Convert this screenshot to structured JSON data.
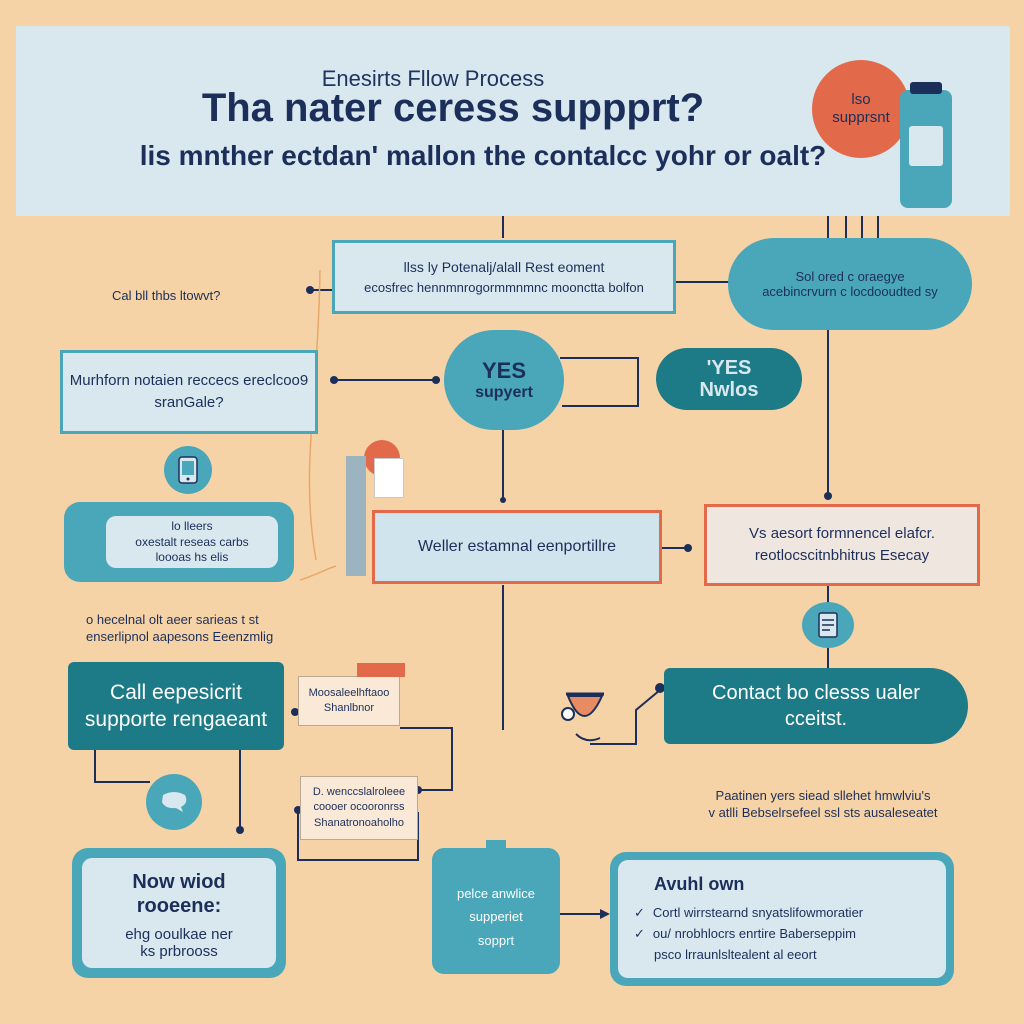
{
  "header": {
    "subtitle": "Enesirts Fllow Process",
    "title": "Tha nater ceress suppprt?",
    "question": "lis mnther ectdan' mallon the contalcc yohr or oalt?",
    "badge_line1": "lso",
    "badge_line2": "supprsnt"
  },
  "left_label": "Cal bll thbs ltowvt?",
  "top_box": {
    "line1": "llss ly Potenalj/alall Rest eoment",
    "line2": "ecosfrec hennmnrogormmnmnc moonctta bolfon"
  },
  "top_right_pill": {
    "line1": "Sol ored c oraegye",
    "line2": "acebincrvurn c locdooudted sy"
  },
  "left_box": {
    "line1": "Murhforn notaien reccecs ereclcoo9",
    "line2": "sranGale?"
  },
  "yes_circle": {
    "line1": "YES",
    "line2": "supyert"
  },
  "yes_pill": {
    "line1": "'YES",
    "line2": "Nwlos"
  },
  "left_card": {
    "line1": "lo lleers",
    "line2": "oxestalt reseas  carbs",
    "line3": "loooas hs  elis"
  },
  "center_box": "Weller estamnal eenportillre",
  "right_red_box": {
    "line1": "Vs aesort formnencel elafcr.",
    "line2": "reotlocscitnbhitrus Esecay"
  },
  "middle_text": {
    "line1": "o hecelnal olt aeer sarieas t st",
    "line2": "enserlipnol aapesons Eeenzmlig"
  },
  "call_pill": {
    "line1": "Call eepesicrit",
    "line2": "supporte rengaeant"
  },
  "small_note1": {
    "line1": "Moosaleelhftaoo",
    "line2": "Shanlbnor"
  },
  "small_note2": {
    "line1": "D. wenccslalroleee",
    "line2": "coooer ocooronrss",
    "line3": "Shanatronoaholho"
  },
  "contact_pill": {
    "line1": "Contact bo clesss ualer",
    "line2": "cceitst."
  },
  "right_text": {
    "line1": "Paatinen yers siead sllehet hmwlviu's",
    "line2": "v atlli Bebselrsefeel ssl sts ausaleseatet"
  },
  "bottom_left_card": {
    "title1": "Now wiod",
    "title2": "rooeene:",
    "line1": "ehg ooulkae ner",
    "line2": "ks prbrooss"
  },
  "bottom_center_card": {
    "line1": "pelce anwlice",
    "line2": "supperiet",
    "line3": "sopprt"
  },
  "bottom_right_card": {
    "title": "Avuhl own",
    "items": [
      "Cortl wirrstearnd snyatslifowmoratier",
      "ou/ nrobhlocrs enrtire Baberseppim",
      "psco lrraunlsltealent al eeort"
    ]
  },
  "colors": {
    "background": "#f6d3a6",
    "teal": "#4aa7b9",
    "dark_teal": "#1d7a87",
    "navy": "#1c2f5a",
    "orange": "#e26a4b",
    "panel": "#d8e8ee"
  },
  "icons": [
    "phone-device-icon",
    "mobile-phone-icon",
    "document-icon",
    "chat-bubble-icon",
    "headset-icon",
    "checkmark-icon"
  ]
}
